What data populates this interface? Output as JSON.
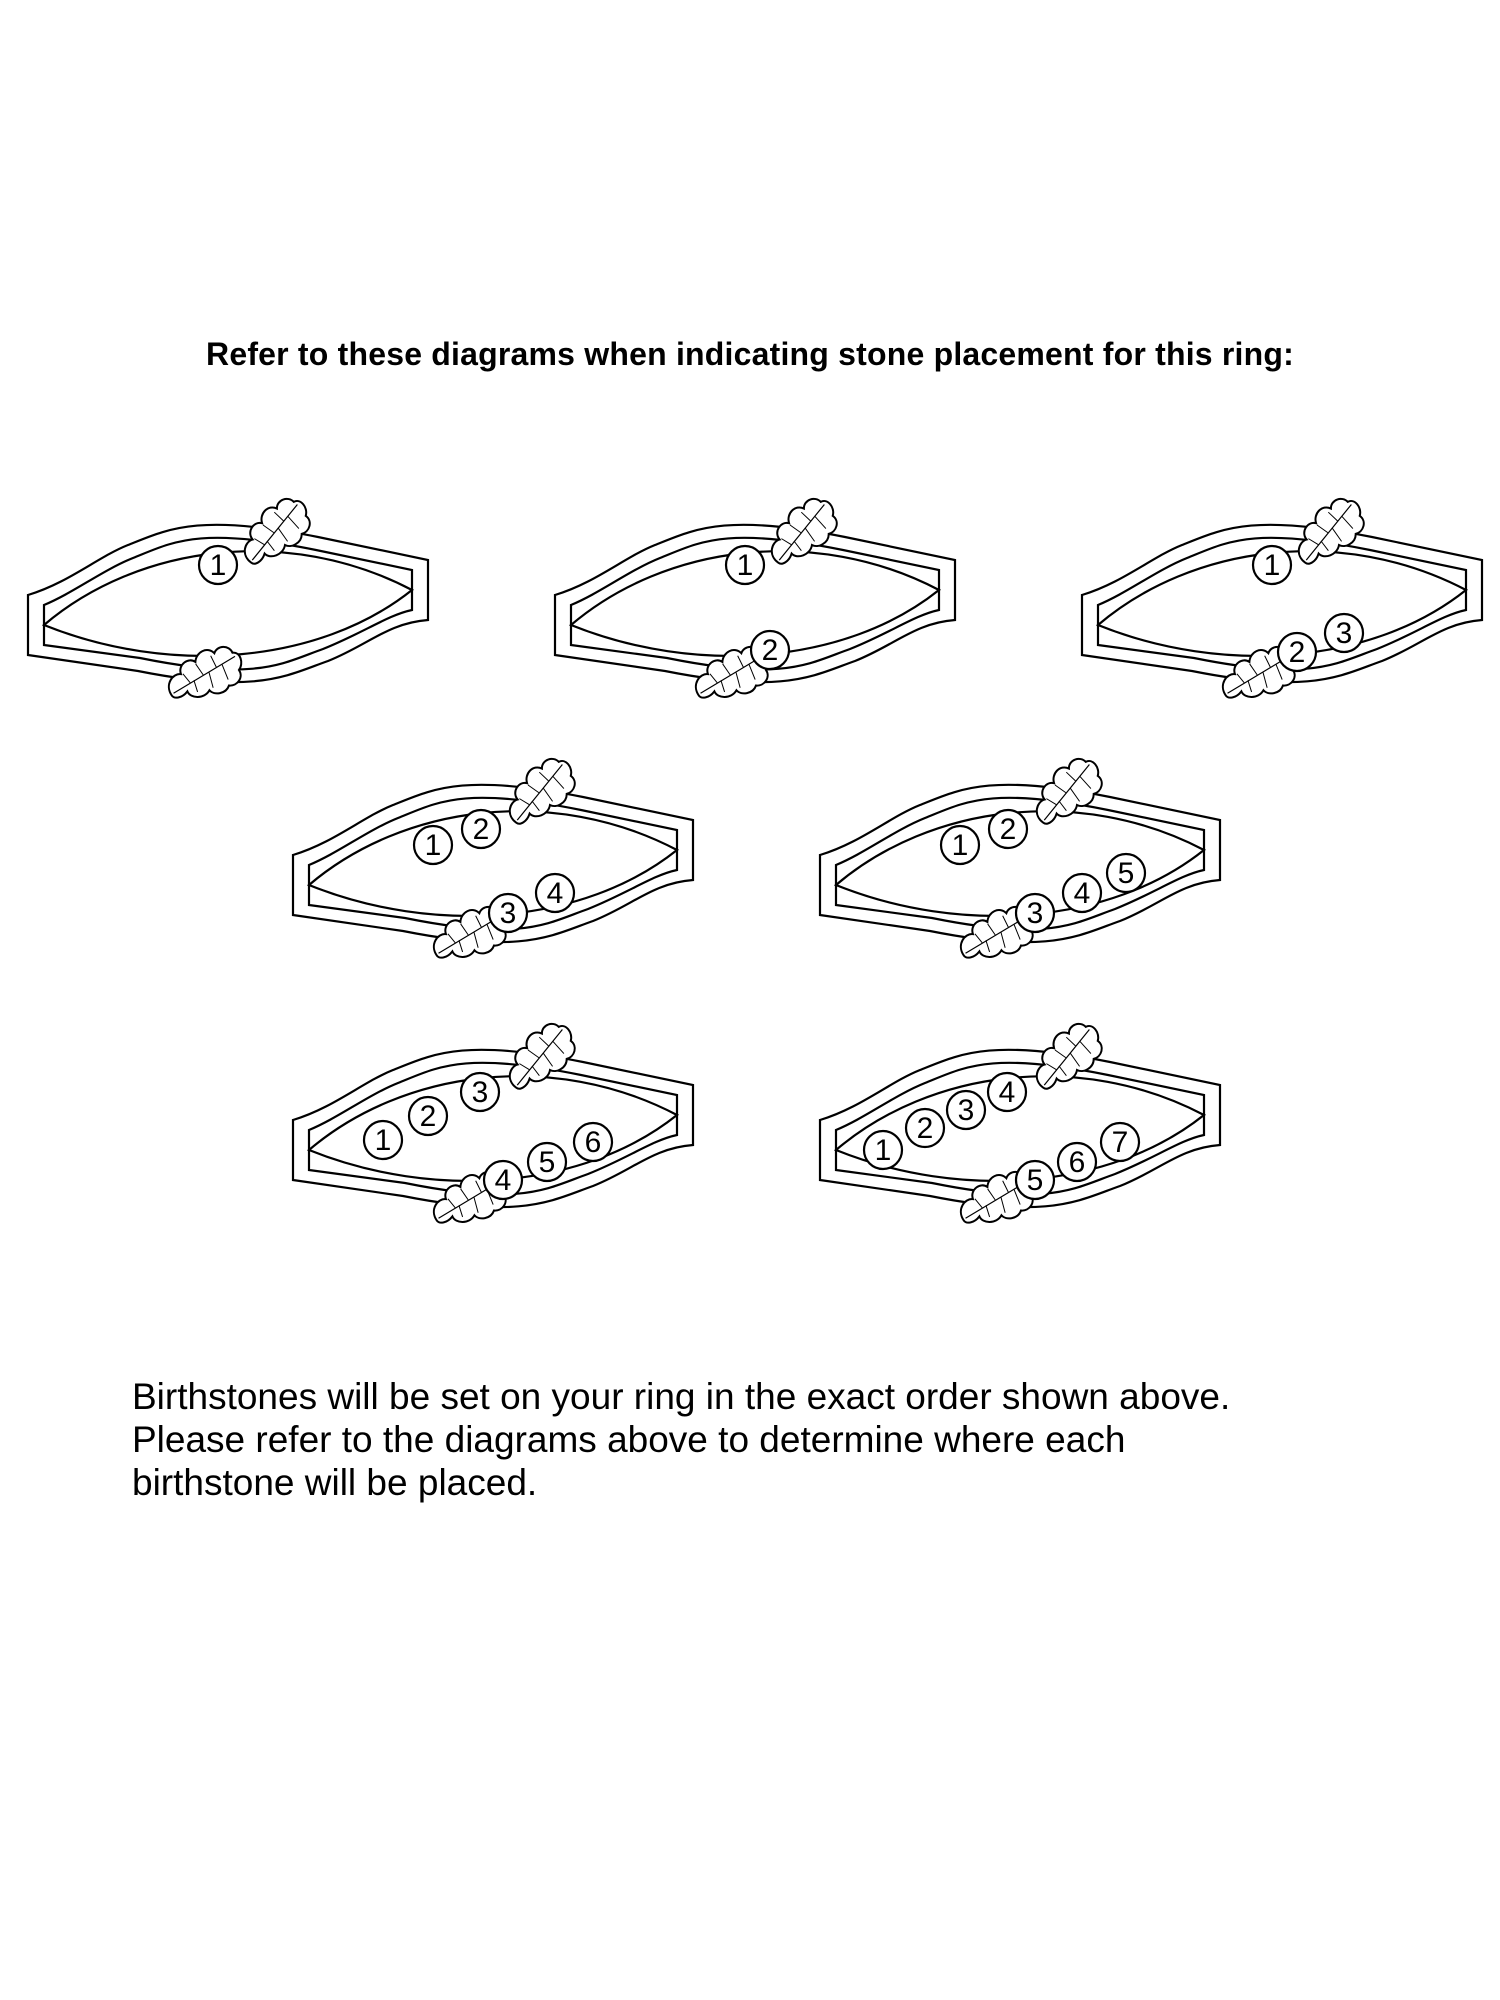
{
  "heading": "Refer to these diagrams when indicating stone placement for this ring:",
  "rings": [
    {
      "name": "ring-1-stone",
      "stones": [
        "1"
      ]
    },
    {
      "name": "ring-2-stones",
      "stones": [
        "1",
        "2"
      ]
    },
    {
      "name": "ring-3-stones",
      "stones": [
        "1",
        "2",
        "3"
      ]
    },
    {
      "name": "ring-4-stones",
      "stones": [
        "1",
        "2",
        "3",
        "4"
      ]
    },
    {
      "name": "ring-5-stones",
      "stones": [
        "1",
        "2",
        "3",
        "4",
        "5"
      ]
    },
    {
      "name": "ring-6-stones",
      "stones": [
        "1",
        "2",
        "3",
        "4",
        "5",
        "6"
      ]
    },
    {
      "name": "ring-7-stones",
      "stones": [
        "1",
        "2",
        "3",
        "4",
        "5",
        "6",
        "7"
      ]
    }
  ],
  "note": {
    "line1": "Birthstones will be set on your ring in the exact order shown above.",
    "line2": "Please refer to the diagrams above to determine where each",
    "line3": "birthstone will be placed."
  },
  "colors": {
    "ink": "#000000",
    "paper": "#ffffff"
  }
}
